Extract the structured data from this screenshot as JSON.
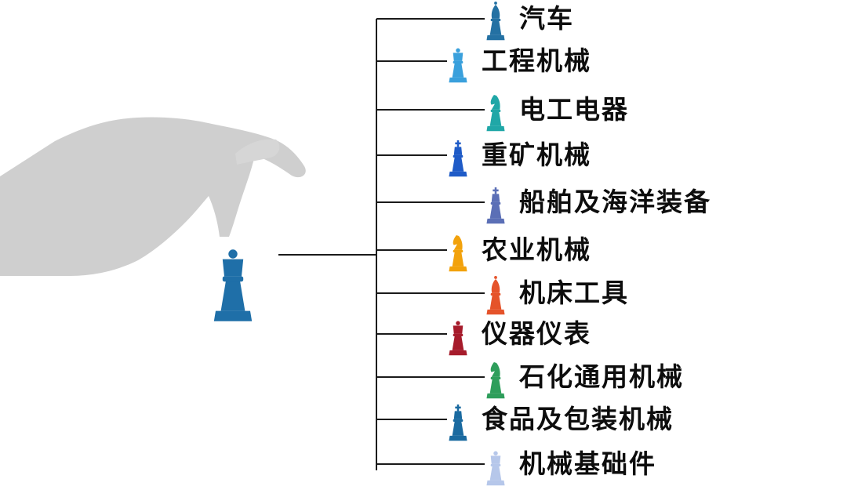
{
  "main_piece": {
    "icon": "queen-chess-piece-icon",
    "color": "#1f6fa8"
  },
  "hand": {
    "icon": "hand-silhouette",
    "color": "#cfcfcf"
  },
  "items": [
    {
      "label": "汽车",
      "icon": "bishop-icon",
      "color": "#2471a3"
    },
    {
      "label": "工程机械",
      "icon": "queen-icon",
      "color": "#3aa0dc"
    },
    {
      "label": "电工电器",
      "icon": "knight-icon",
      "color": "#20a7a7"
    },
    {
      "label": "重矿机械",
      "icon": "king-icon",
      "color": "#1f5bc7"
    },
    {
      "label": "船舶及海洋装备",
      "icon": "king-icon",
      "color": "#5b6fb6"
    },
    {
      "label": "农业机械",
      "icon": "knight-icon",
      "color": "#f2a20c"
    },
    {
      "label": "机床工具",
      "icon": "bishop-icon",
      "color": "#e5532a"
    },
    {
      "label": "仪器仪表",
      "icon": "queen-icon",
      "color": "#a61b2b"
    },
    {
      "label": "石化通用机械",
      "icon": "knight-icon",
      "color": "#2e9e5b"
    },
    {
      "label": "食品及包装机械",
      "icon": "king-icon",
      "color": "#1a6aa0"
    },
    {
      "label": "机械基础件",
      "icon": "queen-icon",
      "color": "#b6c7ea"
    }
  ]
}
